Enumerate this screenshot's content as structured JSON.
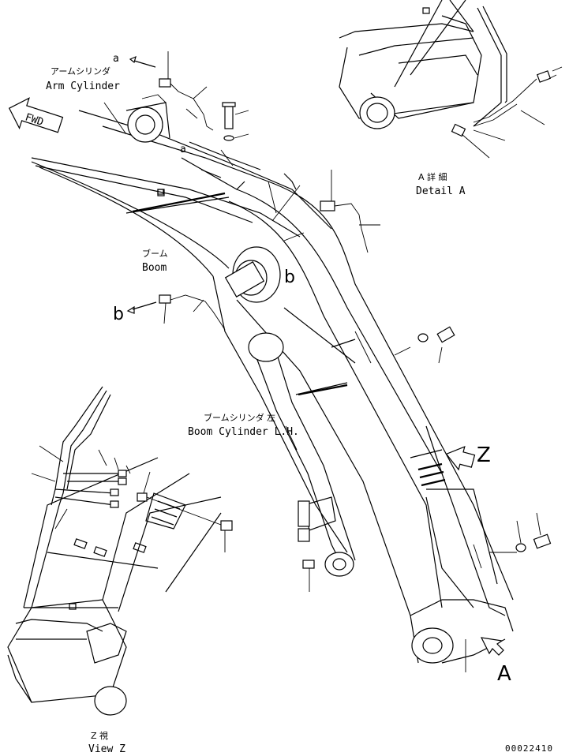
{
  "labels": {
    "arm_cylinder_jp": "アームシリンダ",
    "arm_cylinder_en": "Arm Cylinder",
    "fwd": "FWD",
    "boom_jp": "ブーム",
    "boom_en": "Boom",
    "boom_cylinder_jp": "ブームシリンダ 左",
    "boom_cylinder_en": "Boom Cylinder L.H.",
    "detail_a_jp": "A 詳 細",
    "detail_a_en": "Detail A",
    "view_z_jp": "Z 視",
    "view_z_en": "View Z",
    "marker_a_top": "a",
    "marker_a_mid": "a",
    "marker_b_left": "b",
    "marker_b_mid": "b",
    "marker_z": "Z",
    "marker_a_big": "A",
    "drawing_number": "00022410"
  }
}
